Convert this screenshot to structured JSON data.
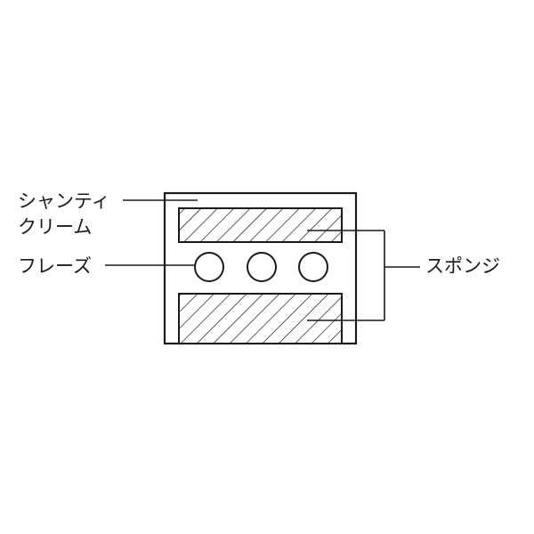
{
  "labels": {
    "chantilly_line1": "シャンティ",
    "chantilly_line2": "クリーム",
    "fraise": "フレーズ",
    "sponge": "スポンジ"
  }
}
